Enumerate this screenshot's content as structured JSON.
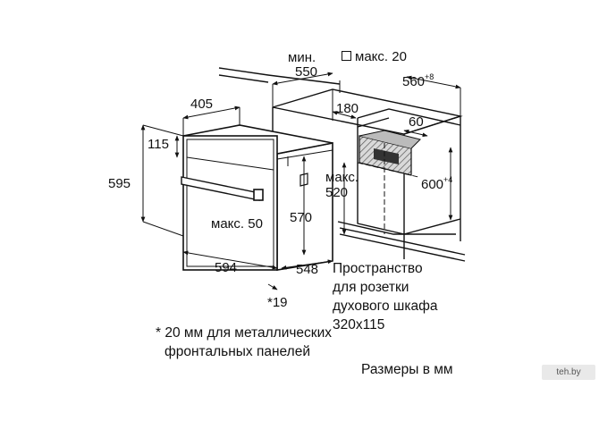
{
  "dimensions": {
    "min_label": "мин.",
    "d550": "550",
    "max20": "макс. 20",
    "d560": "560",
    "d560_tol": "+8",
    "d405": "405",
    "d180": "180",
    "d60": "60",
    "d115": "115",
    "d595": "595",
    "max_label_520": "макс.",
    "d520": "520",
    "d600": "600",
    "d600_tol": "+4",
    "max50": "макс. 50",
    "d570": "570",
    "d594": "594",
    "d548": "548",
    "d19": "*19"
  },
  "socket_note": {
    "line1": "Пространство",
    "line2": "для розетки",
    "line3": "духового шкафа",
    "line4": "320x115"
  },
  "footnote": {
    "line1": "* 20 мм для металлических",
    "line2": "фронтальных панелей"
  },
  "units_note": "Размеры в мм",
  "watermark": "teh.by",
  "colors": {
    "line": "#111111",
    "hatch_fill": "#d6d6d6"
  }
}
